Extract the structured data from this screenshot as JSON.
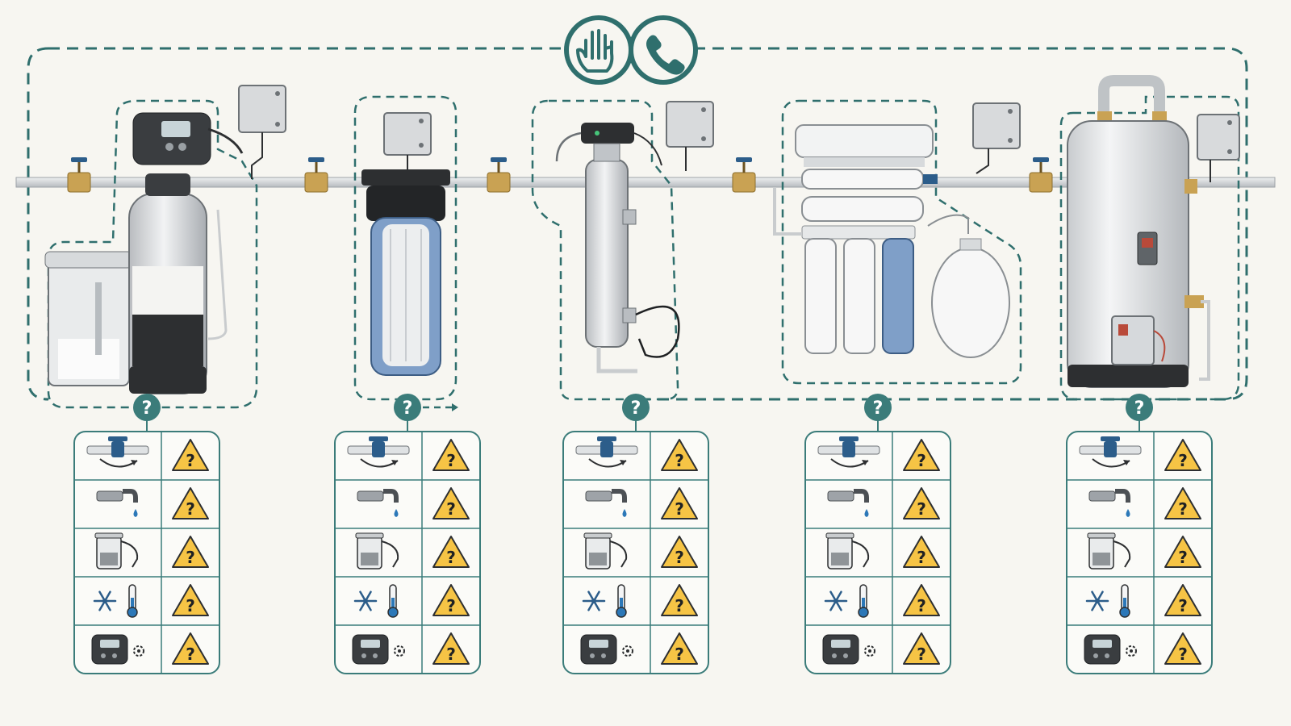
{
  "header": {
    "stop_icon": "raised-hand-icon",
    "call_icon": "phone-icon"
  },
  "colors": {
    "background": "#f7f6f1",
    "dash_teal": "#2f6f6d",
    "badge_teal": "#3b7c7a",
    "warning_yellow": "#f6c445",
    "pipe_gray": "#c9ccce",
    "valve_blue": "#2c5d8a",
    "brass": "#c9a253",
    "cartridge_blue": "#7f9fc8"
  },
  "stages": [
    {
      "id": "softener",
      "equipment_icon": "water-softener-icon",
      "help_icon": "question-mark-icon"
    },
    {
      "id": "sediment-filter",
      "equipment_icon": "sediment-filter-icon",
      "help_icon": "question-mark-icon"
    },
    {
      "id": "uv-sterilizer",
      "equipment_icon": "uv-sterilizer-icon",
      "help_icon": "question-mark-icon"
    },
    {
      "id": "reverse-osmosis",
      "equipment_icon": "reverse-osmosis-icon",
      "help_icon": "question-mark-icon"
    },
    {
      "id": "water-heater",
      "equipment_icon": "water-heater-icon",
      "help_icon": "question-mark-icon"
    }
  ],
  "checklist": {
    "rows": [
      {
        "icon": "bypass-valve-icon",
        "status_icon": "warning-icon",
        "status_symbol": "?"
      },
      {
        "icon": "drip-faucet-icon",
        "status_icon": "warning-icon",
        "status_symbol": "?"
      },
      {
        "icon": "brine-tank-icon",
        "status_icon": "warning-icon",
        "status_symbol": "?"
      },
      {
        "icon": "freeze-thermometer-icon",
        "status_icon": "warning-icon",
        "status_symbol": "?"
      },
      {
        "icon": "control-head-icon",
        "status_icon": "warning-icon",
        "status_symbol": "?"
      }
    ]
  },
  "help_symbol": "?"
}
